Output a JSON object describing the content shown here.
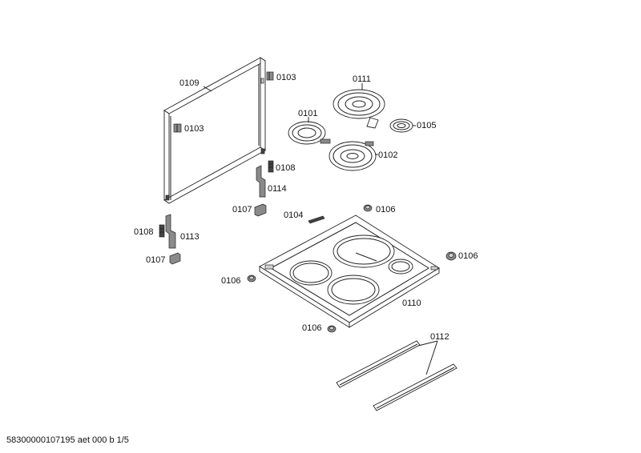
{
  "diagram": {
    "labels": {
      "door_panel": "0109",
      "cap_top": "0103",
      "cap_left": "0103",
      "hotplate_large": "0111",
      "hotplate_left": "0101",
      "hotplate_small": "0105",
      "hotplate_mid": "0102",
      "clip_right": "0108",
      "hinge_right": "0114",
      "bracket_right": "0107",
      "strip": "0104",
      "knob_top": "0106",
      "clip_left": "0108",
      "hinge_left": "0113",
      "bracket_left": "0107",
      "knob_right": "0106",
      "knob_left": "0106",
      "hob_frame": "0110",
      "knob_bottom": "0106",
      "rails": "0112"
    },
    "footer": "58300000107195 aet 000 b 1/5"
  }
}
